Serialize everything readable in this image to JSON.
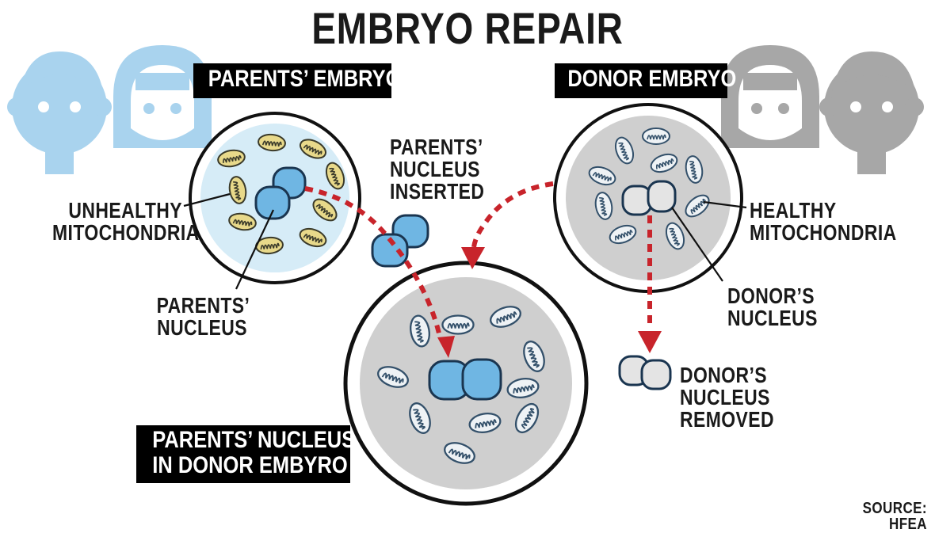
{
  "title": "EMBRYO REPAIR",
  "labels": {
    "parents_embryo": "PARENTS’ EMBRYO",
    "donor_embryo": "DONOR EMBRYO",
    "parents_nucleus_inserted": [
      "PARENTS’",
      "NUCLEUS",
      "INSERTED"
    ],
    "unhealthy_mitochondria": [
      "UNHEALTHY",
      "MITOCHONDRIA"
    ],
    "healthy_mitochondria": [
      "HEALTHY",
      "MITOCHONDRIA"
    ],
    "parents_nucleus": [
      "PARENTS’",
      "NUCLEUS"
    ],
    "donors_nucleus": [
      "DONOR’S",
      "NUCLEUS"
    ],
    "donors_nucleus_removed": [
      "DONOR’S",
      "NUCLEUS",
      "REMOVED"
    ],
    "result": [
      "PARENTS’ NUCLEUS",
      "IN DONOR EMBYRO"
    ],
    "source": "SOURCE: HFEA"
  },
  "colors": {
    "parents_blue": "#a9d3ee",
    "donor_gray": "#a7a7a7",
    "nucleus_blue": "#6fb6e3",
    "donor_nucleus": "#e4e4e4",
    "cell_fill_gray": "#cfcfcf",
    "cell_fill_blue": "#d6ecf7",
    "mito_yellow": "#e8d98a",
    "mito_light": "#eef2f5",
    "arrow_red": "#c8242b",
    "outline": "#1a3550"
  },
  "icons": {
    "parents_faces": [
      "boy-face-icon",
      "girl-face-icon"
    ],
    "donor_faces": [
      "girl-face-icon",
      "boy-face-icon"
    ]
  }
}
